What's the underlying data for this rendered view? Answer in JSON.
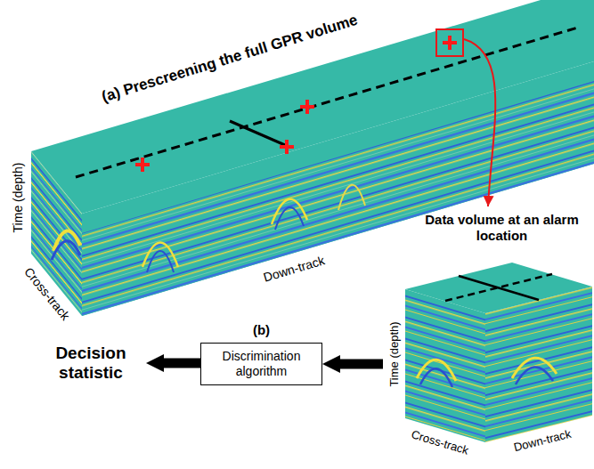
{
  "diagram": {
    "nodes": [
      {
        "text": [
          "Data volume at an alarm location"
        ]
      },
      {
        "text": [
          "(b)",
          "Discrimination algorithm"
        ]
      },
      {
        "text": [
          "Decision statistic"
        ]
      }
    ],
    "edges": [
      {
        "from": 0,
        "to": 1,
        "arrow": "to"
      },
      {
        "from": 1,
        "to": 2,
        "arrow": "to"
      }
    ],
    "labels": [
      "(a) Prescreening the full GPR volume",
      "Time (depth)",
      "Cross-track",
      "Down-track",
      "Time (depth)",
      "Cross-track",
      "Down-track"
    ]
  }
}
